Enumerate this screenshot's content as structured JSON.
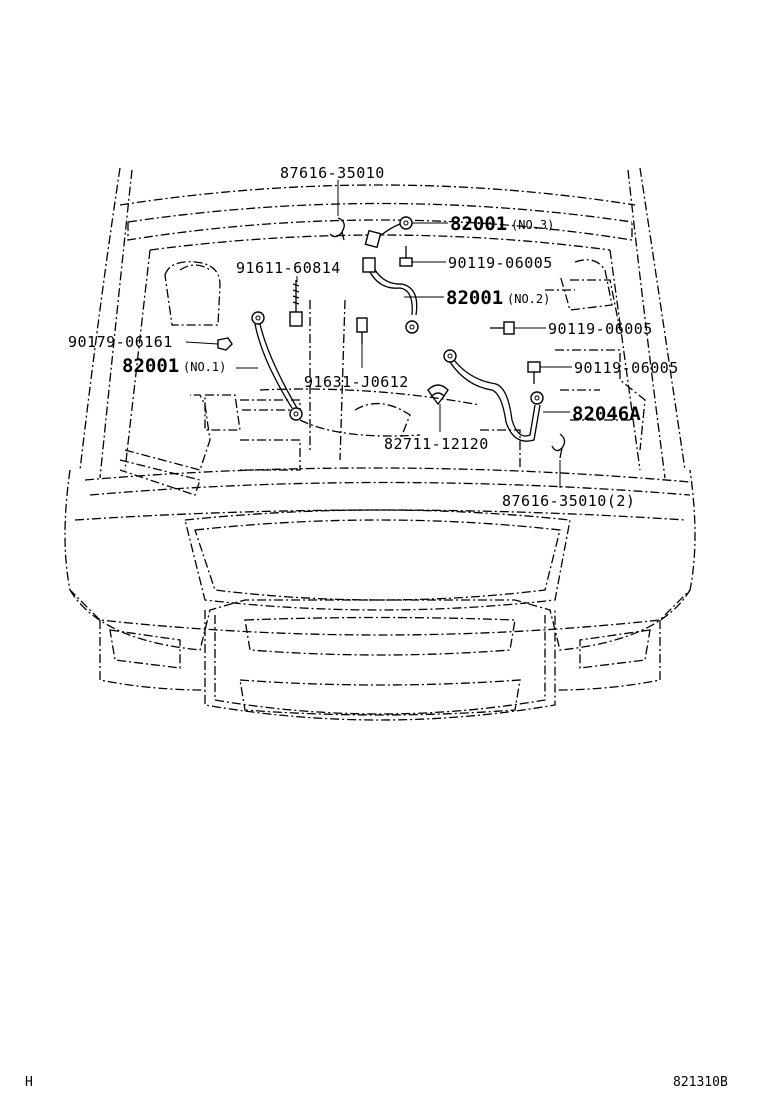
{
  "callouts": {
    "hook_top": "87616-35010",
    "cable_no3_num": "82001",
    "cable_no3_tag": "(NO.3)",
    "bolt_no3": "90119-06005",
    "bolt_left": "91611-60814",
    "cable_no2_num": "82001",
    "cable_no2_tag": "(NO.2)",
    "nut_left": "90179-06161",
    "bolt_mid_right": "90119-06005",
    "cable_no1_num": "82001",
    "cable_no1_tag": "(NO.1)",
    "bolt_right": "90119-06005",
    "bolt_center": "91631-J0612",
    "cable_main": "82046A",
    "clamp": "82711-12120",
    "hook_bottom": "87616-35010(2)"
  },
  "footer": {
    "left_code": "H",
    "right_code": "821310B"
  }
}
